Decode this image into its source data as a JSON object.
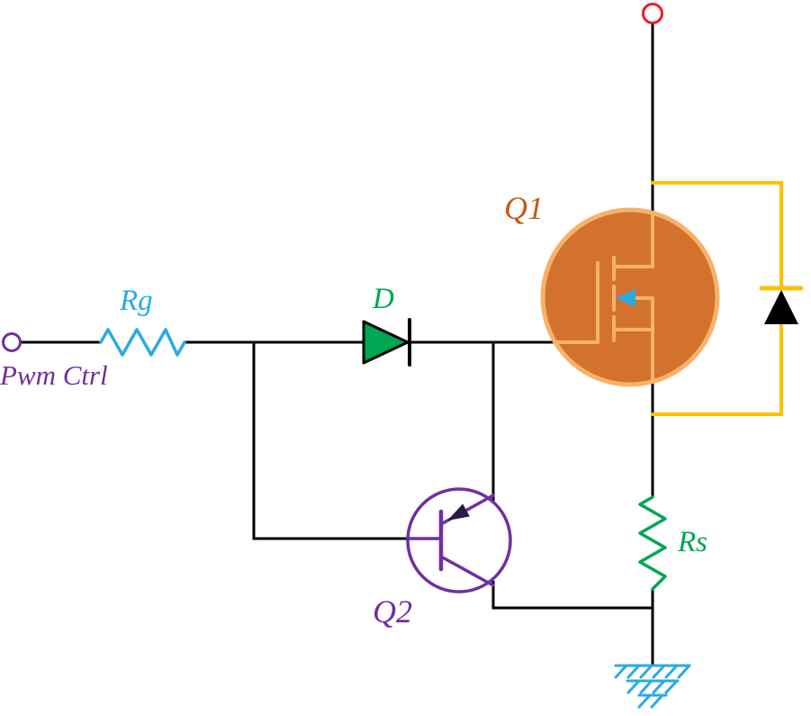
{
  "diagram": {
    "type": "circuit-schematic",
    "labels": {
      "pwm_ctrl": "Pwm Ctrl",
      "rg": "Rg",
      "d": "D",
      "q1": "Q1",
      "q2": "Q2",
      "rs": "Rs"
    },
    "components": [
      {
        "id": "supply-terminal",
        "type": "terminal",
        "label": ""
      },
      {
        "id": "pwm-terminal",
        "type": "terminal",
        "label": "Pwm Ctrl"
      },
      {
        "id": "rg",
        "type": "resistor",
        "label": "Rg"
      },
      {
        "id": "d",
        "type": "diode",
        "label": "D"
      },
      {
        "id": "q1",
        "type": "n-channel-mosfet",
        "label": "Q1"
      },
      {
        "id": "body-diode",
        "type": "diode",
        "label": ""
      },
      {
        "id": "q2",
        "type": "pnp-transistor",
        "label": "Q2"
      },
      {
        "id": "rs",
        "type": "resistor",
        "label": "Rs"
      },
      {
        "id": "ground",
        "type": "earth-ground",
        "label": ""
      }
    ]
  },
  "colors": {
    "black": "#000000",
    "purple": "#7030A0",
    "purple_dark": "#2E1A47",
    "cyan": "#29ABE2",
    "green": "#00A651",
    "orange_fill": "#D2722C",
    "orange_light": "#F6B26B",
    "orange_label": "#C55A11",
    "yellow": "#FFC000",
    "red": "#ED1C24",
    "white": "#FFFFFF"
  }
}
